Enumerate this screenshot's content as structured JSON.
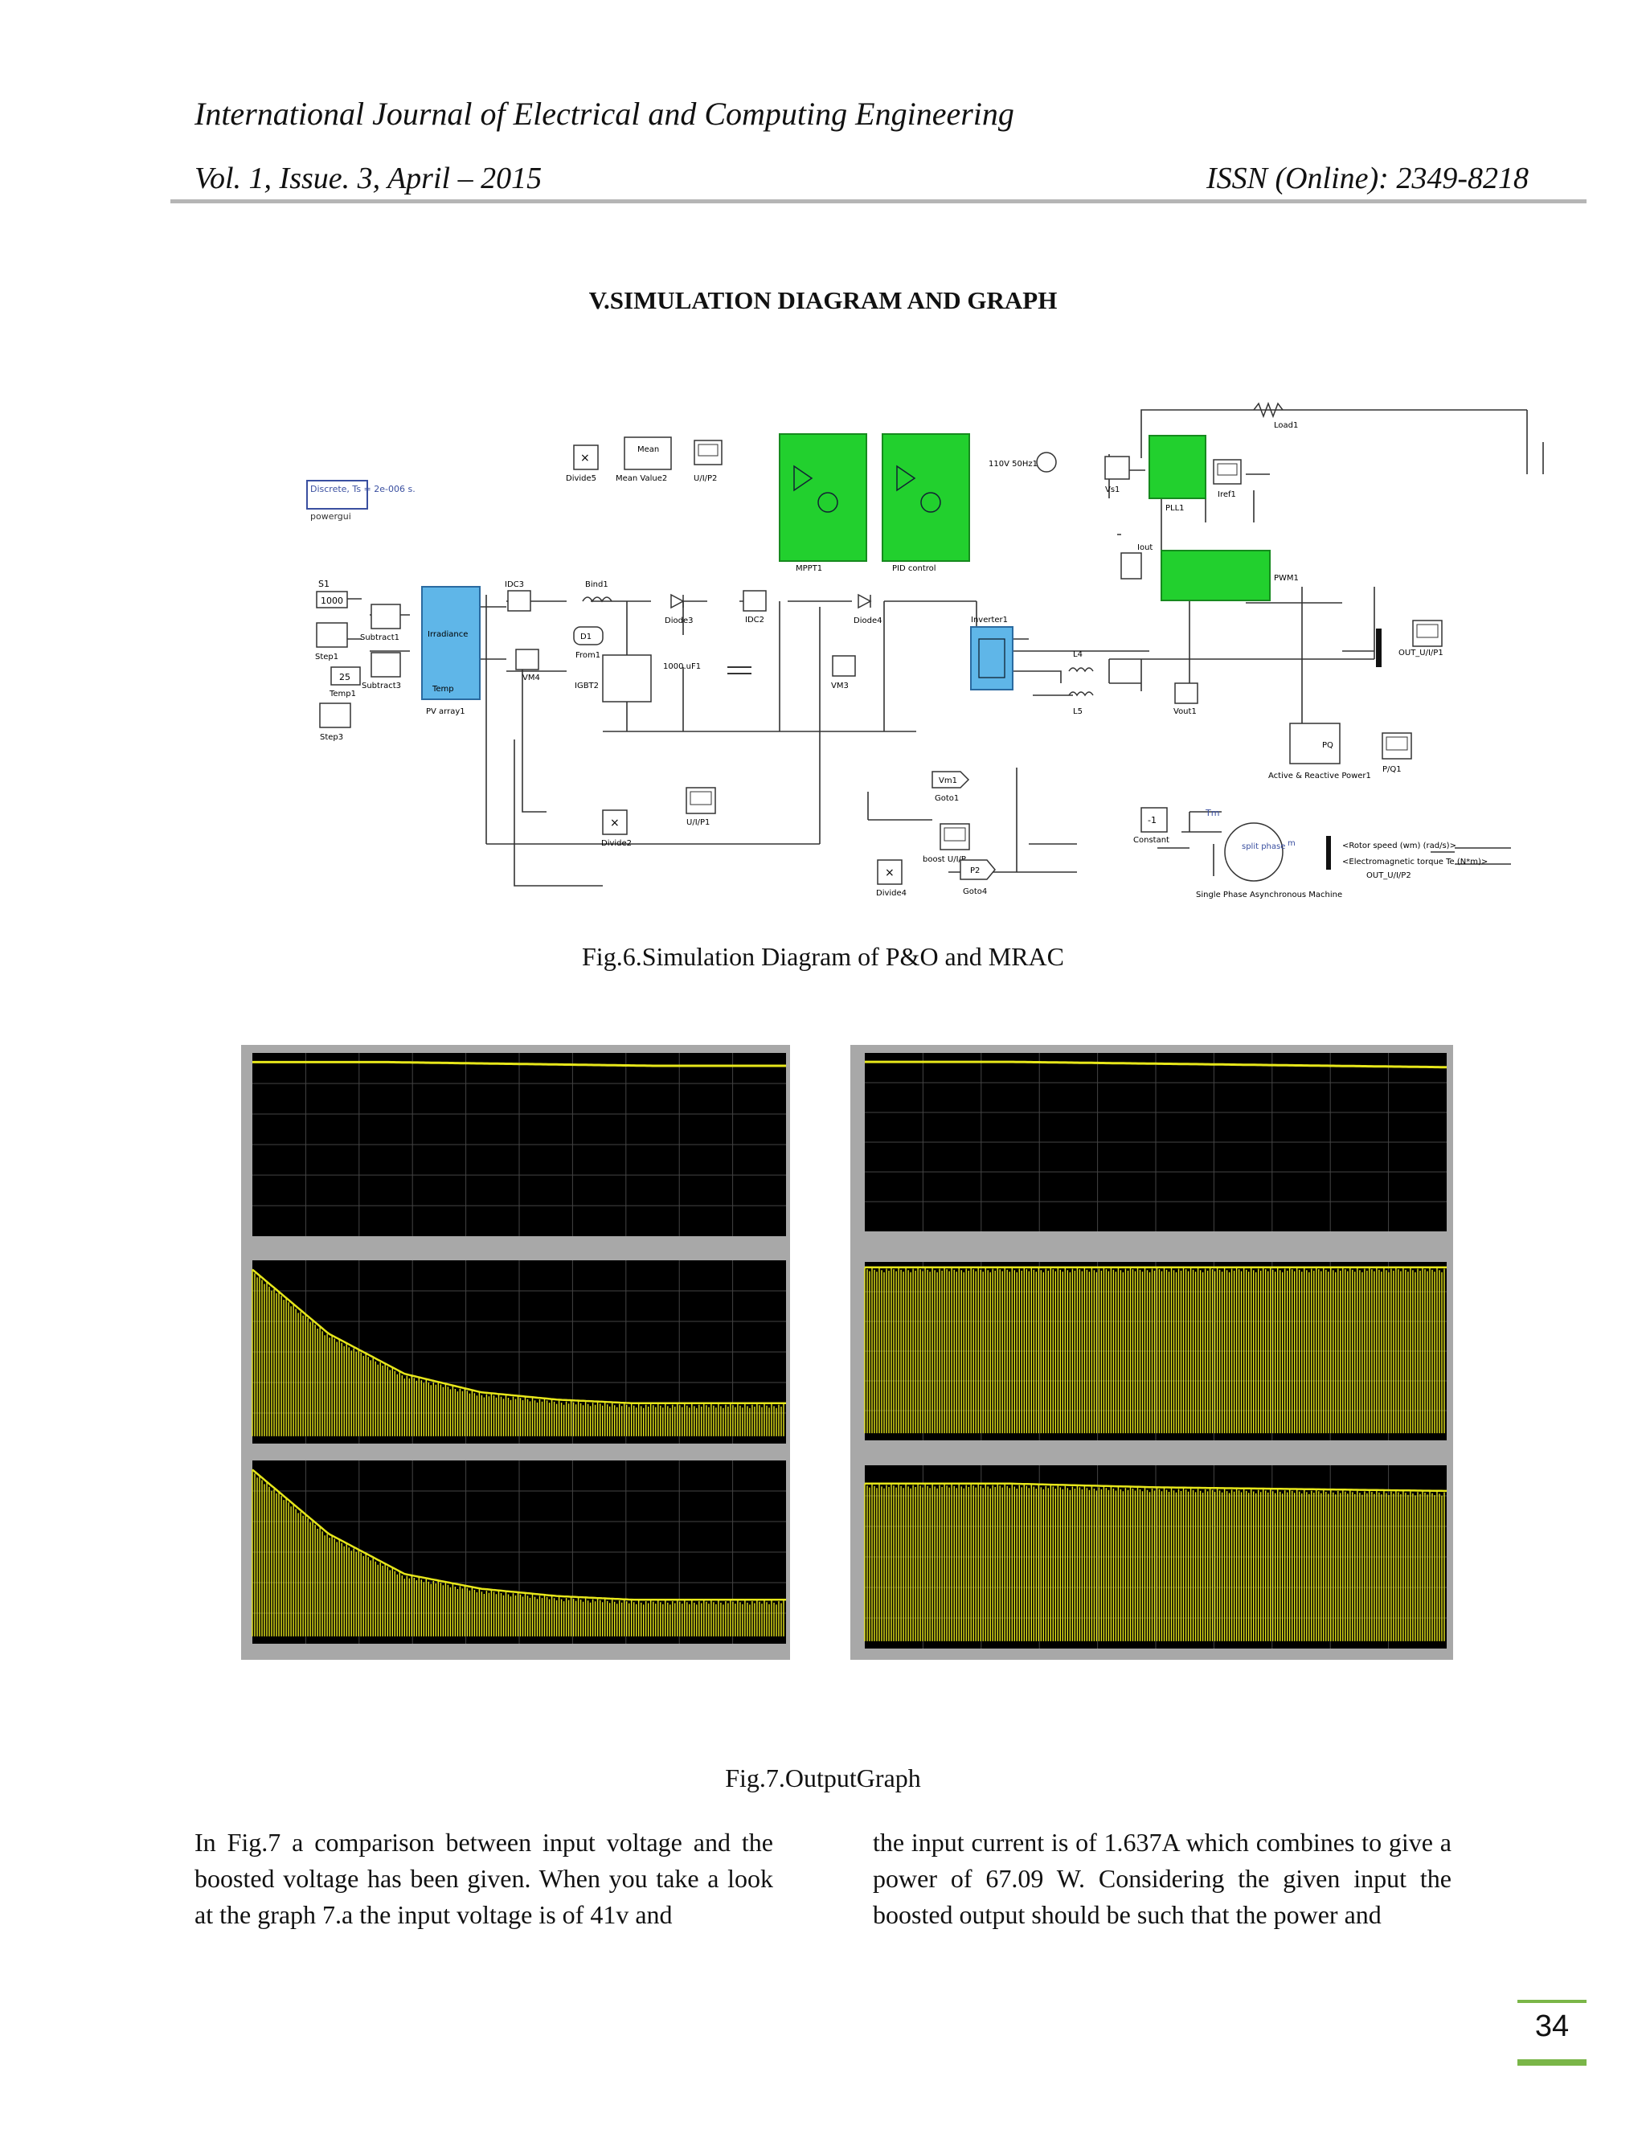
{
  "header": {
    "journal": "International Journal of Electrical and Computing Engineering",
    "volume": "Vol. 1, Issue. 3, April – 2015",
    "issn": "ISSN (Online): 2349-8218"
  },
  "section_title": "V.SIMULATION DIAGRAM AND GRAPH",
  "figure6": {
    "caption": "Fig.6.Simulation Diagram of P&O and MRAC",
    "blocks": {
      "powergui": "Discrete, Ts = 2e-006 s.",
      "powergui_name": "powergui",
      "s1": "S1",
      "v1000": "1000",
      "step1": "Step1",
      "v25": "25",
      "temp1": "Temp1",
      "step3": "Step3",
      "subtract1": "Subtract1",
      "subtract3": "Subtract3",
      "pv_irr": "Irradiance",
      "pv_temp": "Temp",
      "pv_name": "PV array1",
      "idc3": "IDC3",
      "vm4": "VM4",
      "divide5": "Divide5",
      "mean": "Mean",
      "mean_value2": "Mean Value2",
      "uip2": "U/I/P2",
      "mppt1": "MPPT1",
      "pid": "PID control",
      "bind1": "Bind1",
      "d1": "D1",
      "from1": "From1",
      "igbt2": "IGBT2",
      "diode3": "Diode3",
      "cap": "1000.uF1",
      "idc2": "IDC2",
      "diode4": "Diode4",
      "vm3": "VM3",
      "inverter1": "Inverter1",
      "source": "110V 50Hz1",
      "load1": "Load1",
      "vs1": "Vs1",
      "pll1": "PLL1",
      "iref1": "Iref1",
      "pwm1": "PWM1",
      "iout": "Iout",
      "l4": "L4",
      "l5": "L5",
      "vout1": "Vout1",
      "out_uip1": "OUT_U/I/P1",
      "pq": "PQ",
      "active_reactive": "Active & Reactive Power1",
      "pq1": "P/Q1",
      "vm1": "Vm1",
      "goto1": "Goto1",
      "uip1": "U/I/P1",
      "divide2": "Divide2",
      "boost_uip": "boost U/I/P",
      "divide4": "Divide4",
      "p2": "P2",
      "goto4": "Goto4",
      "constant": "Constant",
      "const_val": "-1",
      "tm": "Tm",
      "machine_label": "split phase",
      "machine_name": "Single Phase Asynchronous Machine",
      "m": "m",
      "rotor_speed": "<Rotor speed (wm) (rad/s)>",
      "em_torque": "<Electromagnetic torque Te (N*m)>",
      "out_uip2": "OUT_U/I/P2"
    }
  },
  "figure7": {
    "caption": "Fig.7.OutputGraph",
    "trace_color": "#e6e61a",
    "background_color": "#000000"
  },
  "chart_data": [
    {
      "type": "line",
      "panel": "left-top",
      "series": [
        {
          "values": [
            0.95,
            0.95,
            0.94,
            0.93,
            0.93
          ]
        }
      ]
    },
    {
      "type": "line",
      "panel": "left-middle",
      "series": [
        {
          "values": [
            0.95,
            0.6,
            0.38,
            0.28,
            0.24,
            0.22,
            0.22,
            0.22
          ]
        }
      ]
    },
    {
      "type": "line",
      "panel": "left-bottom",
      "series": [
        {
          "values": [
            0.95,
            0.6,
            0.38,
            0.3,
            0.26,
            0.24,
            0.24,
            0.24
          ]
        }
      ]
    },
    {
      "type": "line",
      "panel": "right-top",
      "series": [
        {
          "values": [
            0.95,
            0.95,
            0.94,
            0.93,
            0.92
          ]
        }
      ]
    },
    {
      "type": "line",
      "panel": "right-middle",
      "series": [
        {
          "values": [
            0.97,
            0.97,
            0.97,
            0.97,
            0.97
          ]
        }
      ]
    },
    {
      "type": "line",
      "panel": "right-bottom",
      "series": [
        {
          "values": [
            0.9,
            0.9,
            0.88,
            0.87,
            0.86
          ]
        }
      ]
    }
  ],
  "body": {
    "col1": "In Fig.7 a comparison between input voltage and the boosted voltage has been given. When you take a look at the graph 7.a the input voltage is of 41v and",
    "col2": "the input current is of 1.637A which combines to give a power of 67.09 W. Considering the given input the boosted output should be such that the power and"
  },
  "page_number": "34"
}
